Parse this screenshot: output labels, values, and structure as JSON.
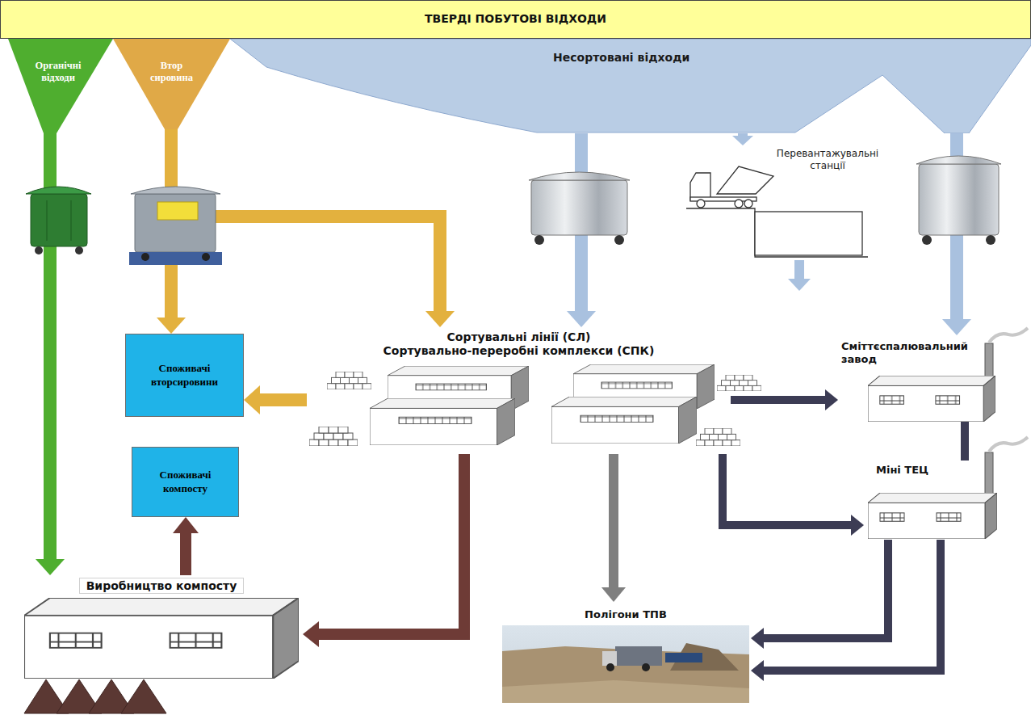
{
  "diagram": {
    "nodes": [
      {
        "text": [
          "ТВЕРДІ ПОБУТОВІ ВІДХОДИ"
        ]
      },
      {
        "text": [
          "Органічні відходи"
        ]
      },
      {
        "text": [
          "Втор сировина"
        ]
      },
      {
        "text": [
          "Несортовані відходи"
        ]
      },
      {
        "text": [
          "Перевантажувальні станції"
        ]
      },
      {
        "text": [
          "Споживачі вторсировини"
        ]
      },
      {
        "text": [
          "Споживачі компосту"
        ]
      },
      {
        "text": [
          "Сортувальні лінії (СЛ)",
          "Сортувально-переробні комплекси (СПК)"
        ]
      },
      {
        "text": [
          "Сміттєспалювальний завод"
        ]
      },
      {
        "text": [
          "Міні ТЕЦ"
        ]
      },
      {
        "text": [
          "Виробництво компосту"
        ]
      },
      {
        "text": [
          "Полігони ТПВ"
        ]
      }
    ],
    "edges": [
      {
        "from": 1,
        "to": 10,
        "arrow": "to"
      },
      {
        "from": 2,
        "to": 5,
        "arrow": "to"
      },
      {
        "from": 2,
        "to": 7,
        "arrow": "to"
      },
      {
        "from": 3,
        "to": 7,
        "arrow": "to"
      },
      {
        "from": 3,
        "to": 4,
        "arrow": "to"
      },
      {
        "from": 3,
        "to": 8,
        "arrow": "to"
      },
      {
        "from": 7,
        "to": 5,
        "arrow": "to"
      },
      {
        "from": 7,
        "to": 10,
        "arrow": "to"
      },
      {
        "from": 7,
        "to": 11,
        "arrow": "to"
      },
      {
        "from": 7,
        "to": 8,
        "arrow": "to"
      },
      {
        "from": 7,
        "to": 9,
        "arrow": "to"
      },
      {
        "from": 8,
        "to": 9,
        "arrow": "none"
      },
      {
        "from": 9,
        "to": 11,
        "arrow": "to"
      },
      {
        "from": 9,
        "to": 11,
        "arrow": "to"
      },
      {
        "from": 10,
        "to": 6,
        "arrow": "to"
      }
    ]
  }
}
